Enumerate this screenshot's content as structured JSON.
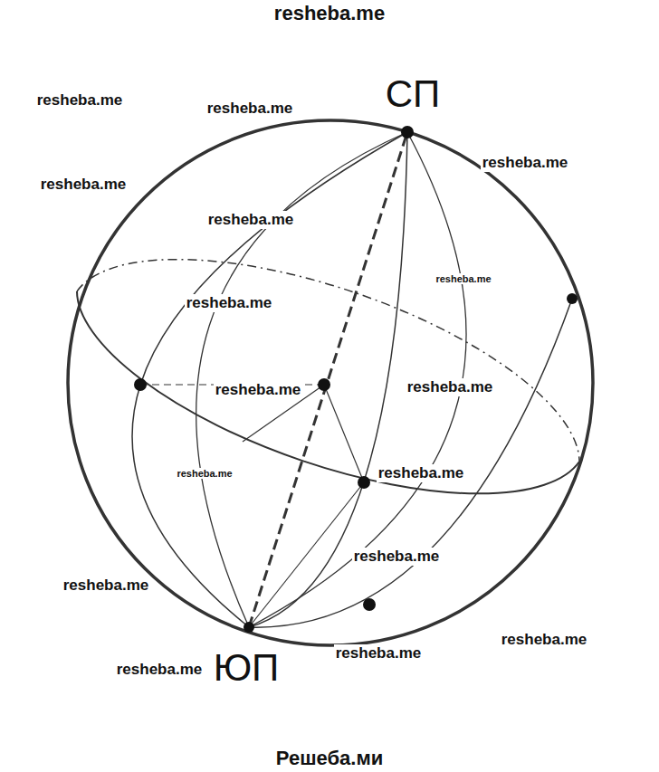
{
  "diagram": {
    "labels": [
      "resheba.me",
      "СП",
      "resheba.me",
      "resheba.me",
      "resheba.me",
      "resheba.me",
      "resheba.me",
      "resheba.me",
      "resheba.me",
      "resheba.me",
      "resheba.me",
      "resheba.me",
      "resheba.me",
      "resheba.me",
      "resheba.me",
      "resheba.me",
      "resheba.me",
      "resheba.me",
      "ЮП",
      "Решеба.ми"
    ]
  }
}
